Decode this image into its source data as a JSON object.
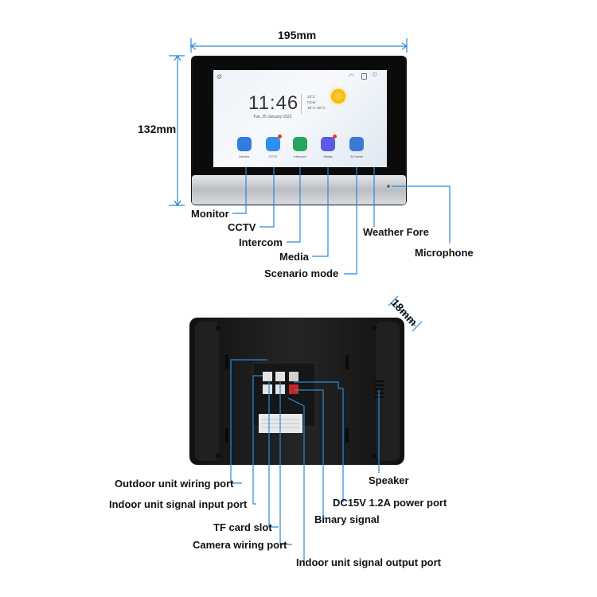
{
  "dimensions": {
    "width": "195mm",
    "height": "132mm",
    "depth": "18mm"
  },
  "front_labels": {
    "monitor": "Monitor",
    "cctv": "CCTV",
    "intercom": "Intercom",
    "media": "Media",
    "scenario": "Scenario mode",
    "weather": "Weather Fore",
    "microphone": "Microphone"
  },
  "back_labels": {
    "outdoor": "Outdoor unit wiring port",
    "indoor_input": "Indoor unit signal input port",
    "tf_card": "TF card slot",
    "camera": "Camera wiring port",
    "indoor_output": "Indoor unit signal output port",
    "speaker": "Speaker",
    "power": "DC15V 1.2A power port",
    "binary": "Binary signal"
  },
  "screen": {
    "time": "11:46",
    "date": "Tue, 25 January 2022",
    "weather_temp": "23°C",
    "weather_cond": "Clear",
    "weather_range": "18°C~25°C",
    "apps": [
      {
        "label": "Monitor",
        "color": "#2f7de1"
      },
      {
        "label": "CCTV",
        "color": "#2f8ff0"
      },
      {
        "label": "Intercom",
        "color": "#26a65b"
      },
      {
        "label": "Media",
        "color": "#5a5ae6"
      },
      {
        "label": "AI Home",
        "color": "#3a7bd5"
      }
    ]
  },
  "colors": {
    "leader": "#2a8ad8",
    "body": "#1b1b1b",
    "bezel": "#c5c8cc"
  }
}
